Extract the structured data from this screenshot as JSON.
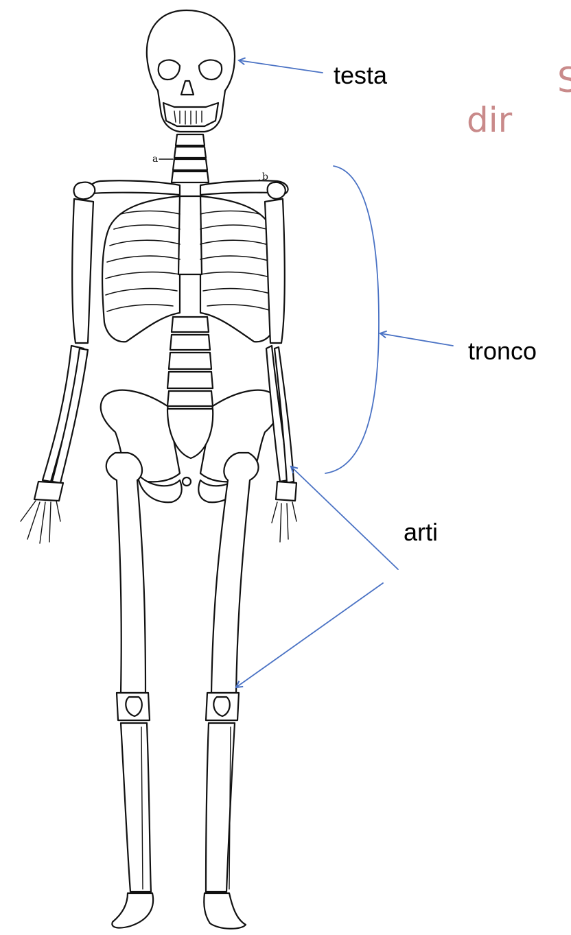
{
  "title": {
    "line1": "S",
    "line2": "dir"
  },
  "labels": {
    "head": "testa",
    "trunk": "tronco",
    "limbs": "arti"
  },
  "colors": {
    "arrow": "#4a72c4",
    "title": "#c98a8a",
    "bone_outline": "#111111"
  }
}
